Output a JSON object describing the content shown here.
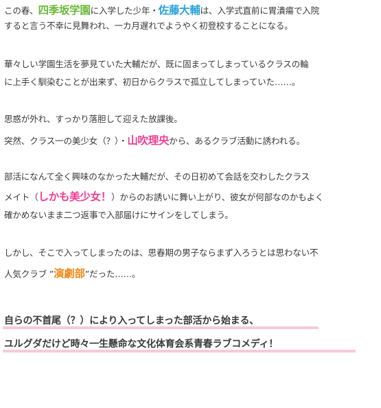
{
  "colors": {
    "text": "#3a3a3a",
    "green_highlight": "#6bb83a",
    "blue_highlight": "#2aa3d9",
    "pink_highlight": "#ef3e94",
    "orange_highlight": "#f08a1a",
    "catch_underline": "#f7c9dc"
  },
  "p1": {
    "l1_a": "この春、",
    "school": "四季坂学園",
    "l1_b": "に入学した少年・",
    "hero": "佐藤大輔",
    "l1_c": "は、入学式直前に胃潰瘍で入院",
    "l2": "すると言う不幸に見舞われ、一カ月遅れでようやく初登校することになる。"
  },
  "p2": {
    "l1": "華々しい学園生活を夢見ていた大輔だが、既に固まってしまっているクラスの輪",
    "l2": "に上手く馴染むことが出来ず、初日からクラスで孤立してしまっていた……。"
  },
  "p3": {
    "l1": "思惑が外れ、すっかり落胆して迎えた放課後。",
    "l2_a": "突然、クラス一の美少女（？）・",
    "heroine": "山吹理央",
    "l2_b": "から、あるクラブ活動に誘われる。"
  },
  "p4": {
    "l1": "部活になんて全く興味のなかった大輔だが、その日初めて会話を交わしたクラス",
    "l2_a": "メイト（",
    "cute": "しかも美少女！",
    "l2_b": "）からのお誘いに舞い上がり、彼女が何部なのかもよく",
    "l3": "確かめないまま二つ返事で入部届けにサインをしてしまう。"
  },
  "p5": {
    "l1": "しかし、そこで入ってしまったのは、思春期の男子ならまず入ろうとは思わない不",
    "l2_a": "人気クラブ ”",
    "club": "演劇部",
    "l2_b": "”だった……。"
  },
  "catch": {
    "l1": "自らの不首尾（？）により入ってしまった部活から始まる、",
    "l2": "ユルグダだけど時々一生懸命な文化体育会系青春ラブコメディ！"
  }
}
